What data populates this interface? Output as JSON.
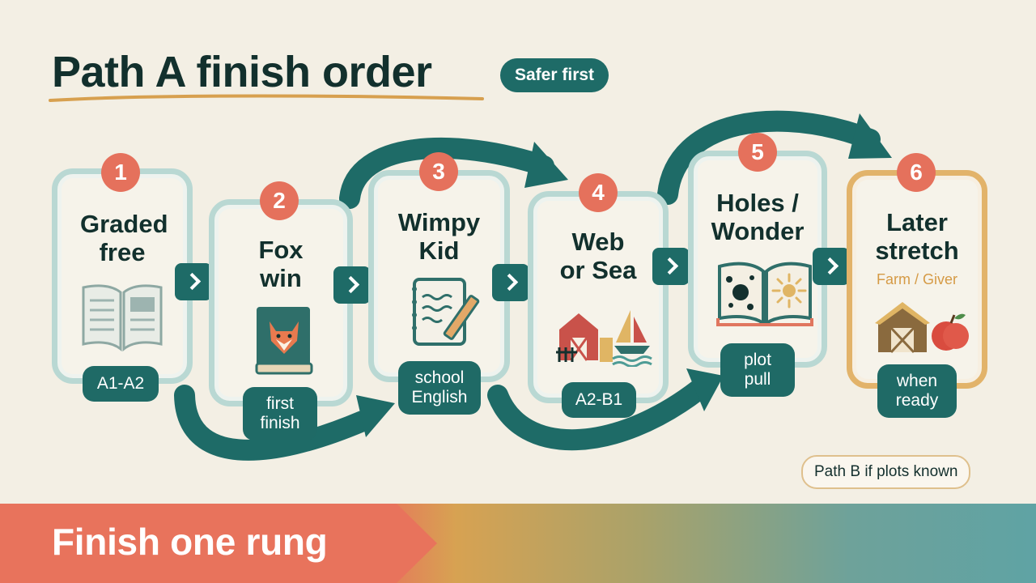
{
  "title": "Path A finish order",
  "tag": "Safer first",
  "steps": [
    {
      "number": "1",
      "title": "Graded free",
      "pill": "A1-A2",
      "icon": "open-book-icon"
    },
    {
      "number": "2",
      "title": "Fox win",
      "pill": "first finish",
      "icon": "fox-book-icon"
    },
    {
      "number": "3",
      "title": "Wimpy Kid",
      "pill": "school English",
      "icon": "notebook-pencil-icon"
    },
    {
      "number": "4",
      "title": "Web or Sea",
      "pill": "A2-B1",
      "icon": "barn-sailboat-icon"
    },
    {
      "number": "5",
      "title": "Holes / Wonder",
      "pill": "plot pull",
      "icon": "sun-book-icon"
    },
    {
      "number": "6",
      "title": "Later stretch",
      "subtitle": "Farm / Giver",
      "pill": "when ready",
      "icon": "barn-apple-icon"
    }
  ],
  "path_b_note": "Path B if plots known",
  "footer": "Finish one rung",
  "colors": {
    "background": "#f3efe4",
    "teal": "#1e6b67",
    "coral": "#e5715c",
    "gold": "#d59a45",
    "card_border": "#b9d8d3"
  }
}
